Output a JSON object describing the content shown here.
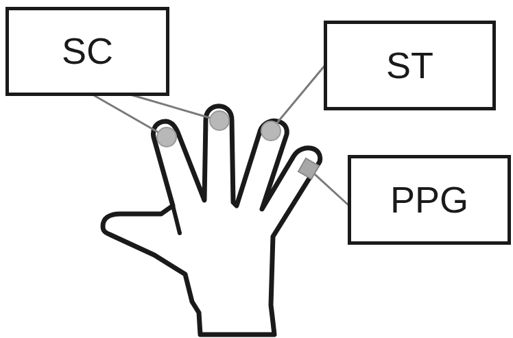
{
  "diagram": {
    "nodes": [
      {
        "text": [
          "SC"
        ]
      },
      {
        "text": [
          "ST"
        ]
      },
      {
        "text": [
          "PPG"
        ]
      }
    ]
  }
}
